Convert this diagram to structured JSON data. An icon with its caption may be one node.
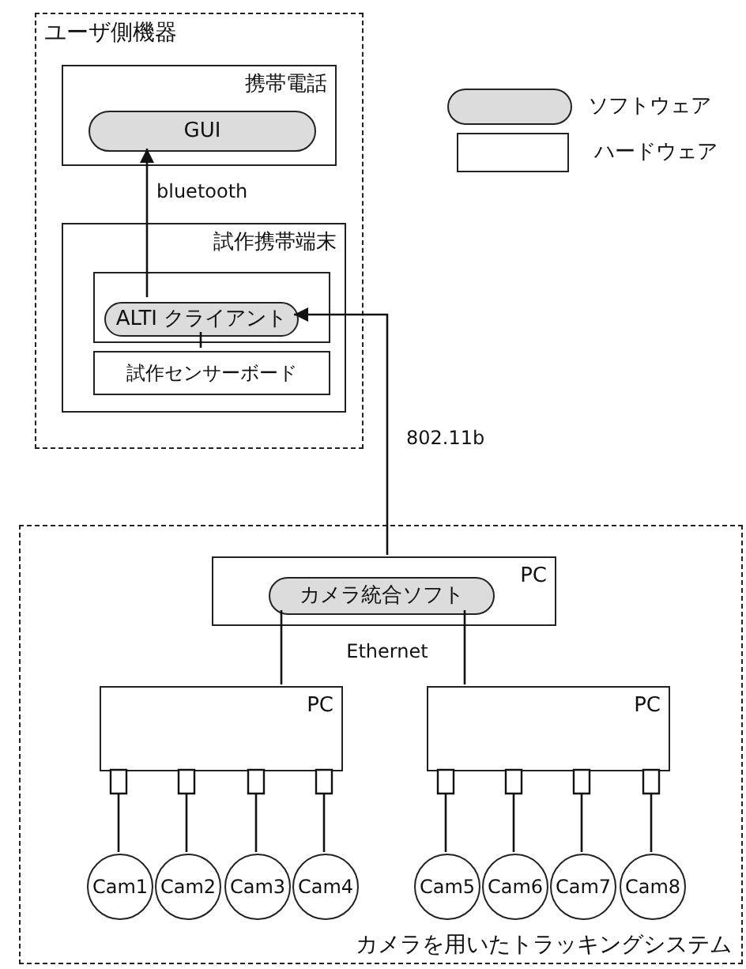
{
  "diagram": {
    "nodes": [
      {
        "text": [
          "ユーザ側機器"
        ]
      },
      {
        "text": [
          "携帯電話"
        ],
        "in": 0
      },
      {
        "text": [
          "GUI"
        ],
        "in": 1
      },
      {
        "text": [
          "試作携帯端末"
        ],
        "in": 0
      },
      {
        "text": [],
        "shape": "box",
        "in": 3
      },
      {
        "text": [
          "ALTI クライアント"
        ],
        "in": 4
      },
      {
        "text": [
          "試作センサーボード"
        ],
        "in": 3
      },
      {
        "text": [
          "カメラを用いたトラッキングシステム"
        ]
      },
      {
        "text": [
          "PC"
        ],
        "in": 7
      },
      {
        "text": [
          "カメラ統合ソフト"
        ],
        "in": 8
      },
      {
        "text": [
          "PC"
        ],
        "in": 7
      },
      {
        "text": [
          "PC"
        ],
        "in": 7
      },
      {
        "text": [
          "Cam1"
        ],
        "in": 7
      },
      {
        "text": [
          "Cam2"
        ],
        "in": 7
      },
      {
        "text": [
          "Cam3"
        ],
        "in": 7
      },
      {
        "text": [
          "Cam4"
        ],
        "in": 7
      },
      {
        "text": [
          "Cam5"
        ],
        "in": 7
      },
      {
        "text": [
          "Cam6"
        ],
        "in": 7
      },
      {
        "text": [
          "Cam7"
        ],
        "in": 7
      },
      {
        "text": [
          "Cam8"
        ],
        "in": 7
      }
    ],
    "edges": [
      {
        "from": 5,
        "to": 2,
        "arrow": "to",
        "label": "bluetooth"
      },
      {
        "from": 8,
        "to": 5,
        "arrow": "to",
        "label": "802.11b"
      },
      {
        "from": 5,
        "to": 6,
        "arrow": "none"
      },
      {
        "from": 9,
        "to": 10,
        "arrow": "none"
      },
      {
        "from": 9,
        "to": 11,
        "arrow": "none"
      },
      {
        "from": 10,
        "to": 12,
        "arrow": "other"
      },
      {
        "from": 10,
        "to": 13,
        "arrow": "other"
      },
      {
        "from": 10,
        "to": 14,
        "arrow": "other"
      },
      {
        "from": 10,
        "to": 15,
        "arrow": "other"
      },
      {
        "from": 11,
        "to": 16,
        "arrow": "other"
      },
      {
        "from": 11,
        "to": 17,
        "arrow": "other"
      },
      {
        "from": 11,
        "to": 18,
        "arrow": "other"
      },
      {
        "from": 11,
        "to": 19,
        "arrow": "other"
      }
    ],
    "labels": [
      "Ethernet"
    ],
    "legend": [
      {
        "text": "ソフトウェア"
      },
      {
        "text": "ハードウェア"
      }
    ]
  }
}
